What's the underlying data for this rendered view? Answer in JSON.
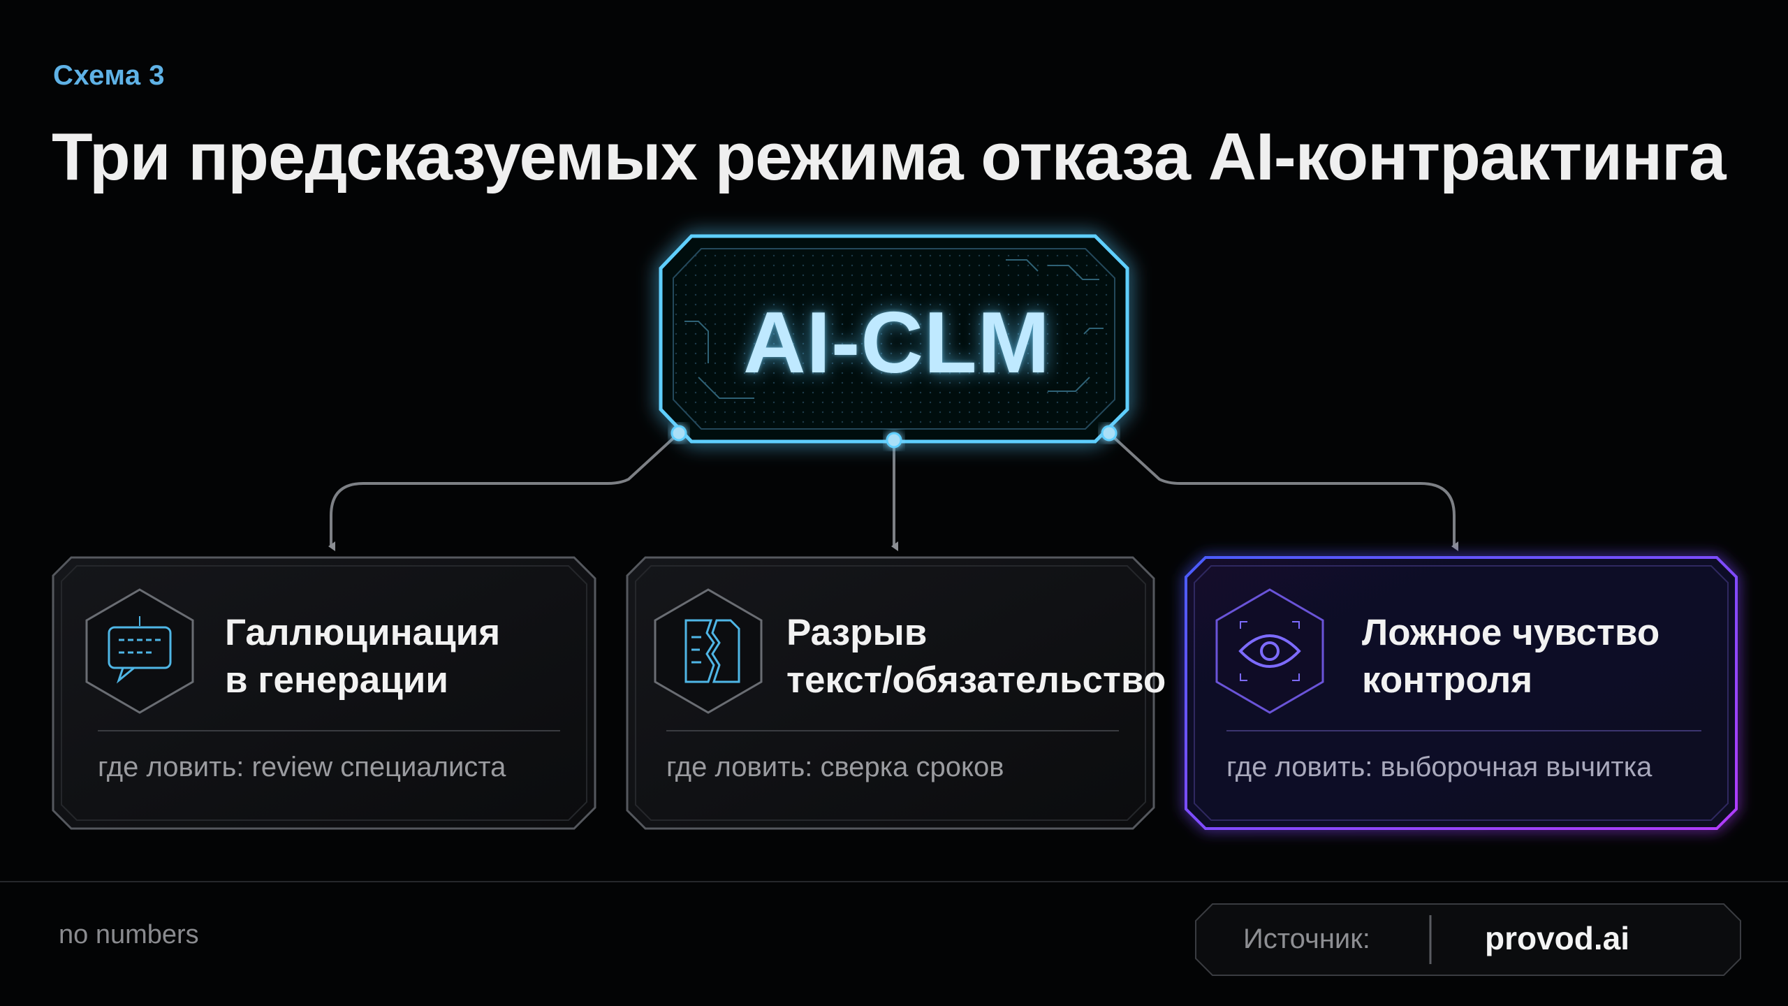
{
  "header": {
    "eyebrow": "Схема 3",
    "title": "Три предсказуемых режима отказа AI-контрактинга"
  },
  "hub": {
    "label": "AI-CLM"
  },
  "cards": [
    {
      "title_line1": "Галлюцинация",
      "title_line2": "в генерации",
      "note": "где ловить: review специалиста",
      "icon": "chat-bubble-icon"
    },
    {
      "title_line1": "Разрыв",
      "title_line2": "текст/обязательство",
      "note": "где ловить: сверка сроков",
      "icon": "torn-document-icon"
    },
    {
      "title_line1": "Ложное чувство",
      "title_line2": "контроля",
      "note": "где ловить: выборочная вычитка",
      "icon": "eye-icon"
    }
  ],
  "footer": {
    "left_note": "no numbers",
    "source_label": "Источник:",
    "source_value": "provod.ai"
  },
  "colors": {
    "accent_cyan": "#5fcfff",
    "accent_purple": "#8a3cff",
    "eyebrow": "#5fb2e6"
  }
}
